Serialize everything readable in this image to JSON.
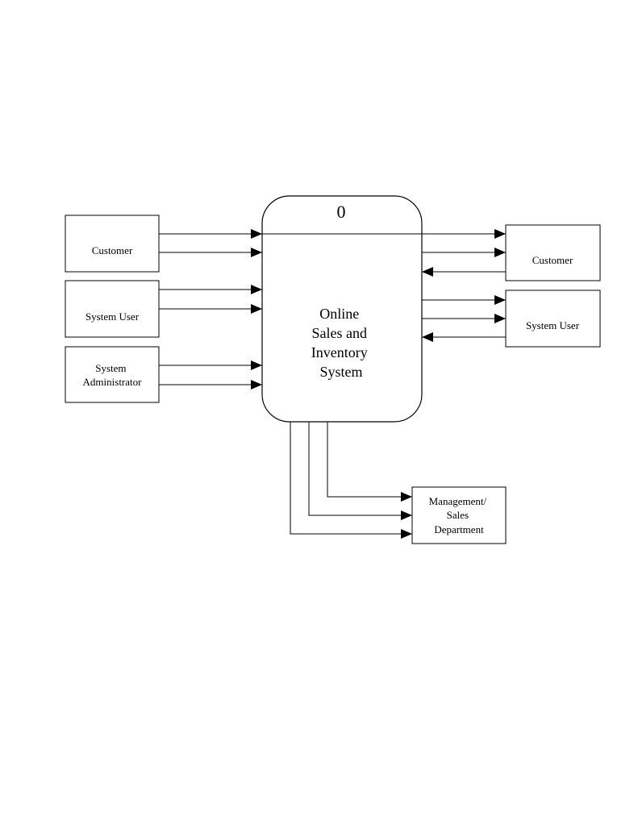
{
  "process": {
    "number": "0",
    "name_lines": [
      "Online",
      "Sales and",
      "Inventory",
      "System"
    ]
  },
  "entities": {
    "left_customer": {
      "lines": [
        "Customer"
      ]
    },
    "left_system_user": {
      "lines": [
        "System User"
      ]
    },
    "left_system_administrator": {
      "lines": [
        "System",
        "Administrator"
      ]
    },
    "right_customer": {
      "lines": [
        "Customer"
      ]
    },
    "right_system_user": {
      "lines": [
        "System User"
      ]
    },
    "management_sales_department": {
      "lines": [
        "Management/",
        "Sales",
        "Department"
      ]
    }
  }
}
